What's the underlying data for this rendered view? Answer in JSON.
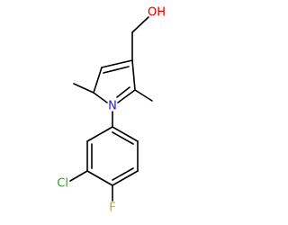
{
  "molecule": {
    "atom_labels": {
      "oh": "OH",
      "n": "N",
      "cl": "Cl",
      "f": "F"
    },
    "colors": {
      "bond": "#000000",
      "oxygen": "#d40000",
      "nitrogen": "#1f1fd9",
      "chlorine": "#3a9a3a",
      "fluorine": "#b8b000"
    }
  }
}
